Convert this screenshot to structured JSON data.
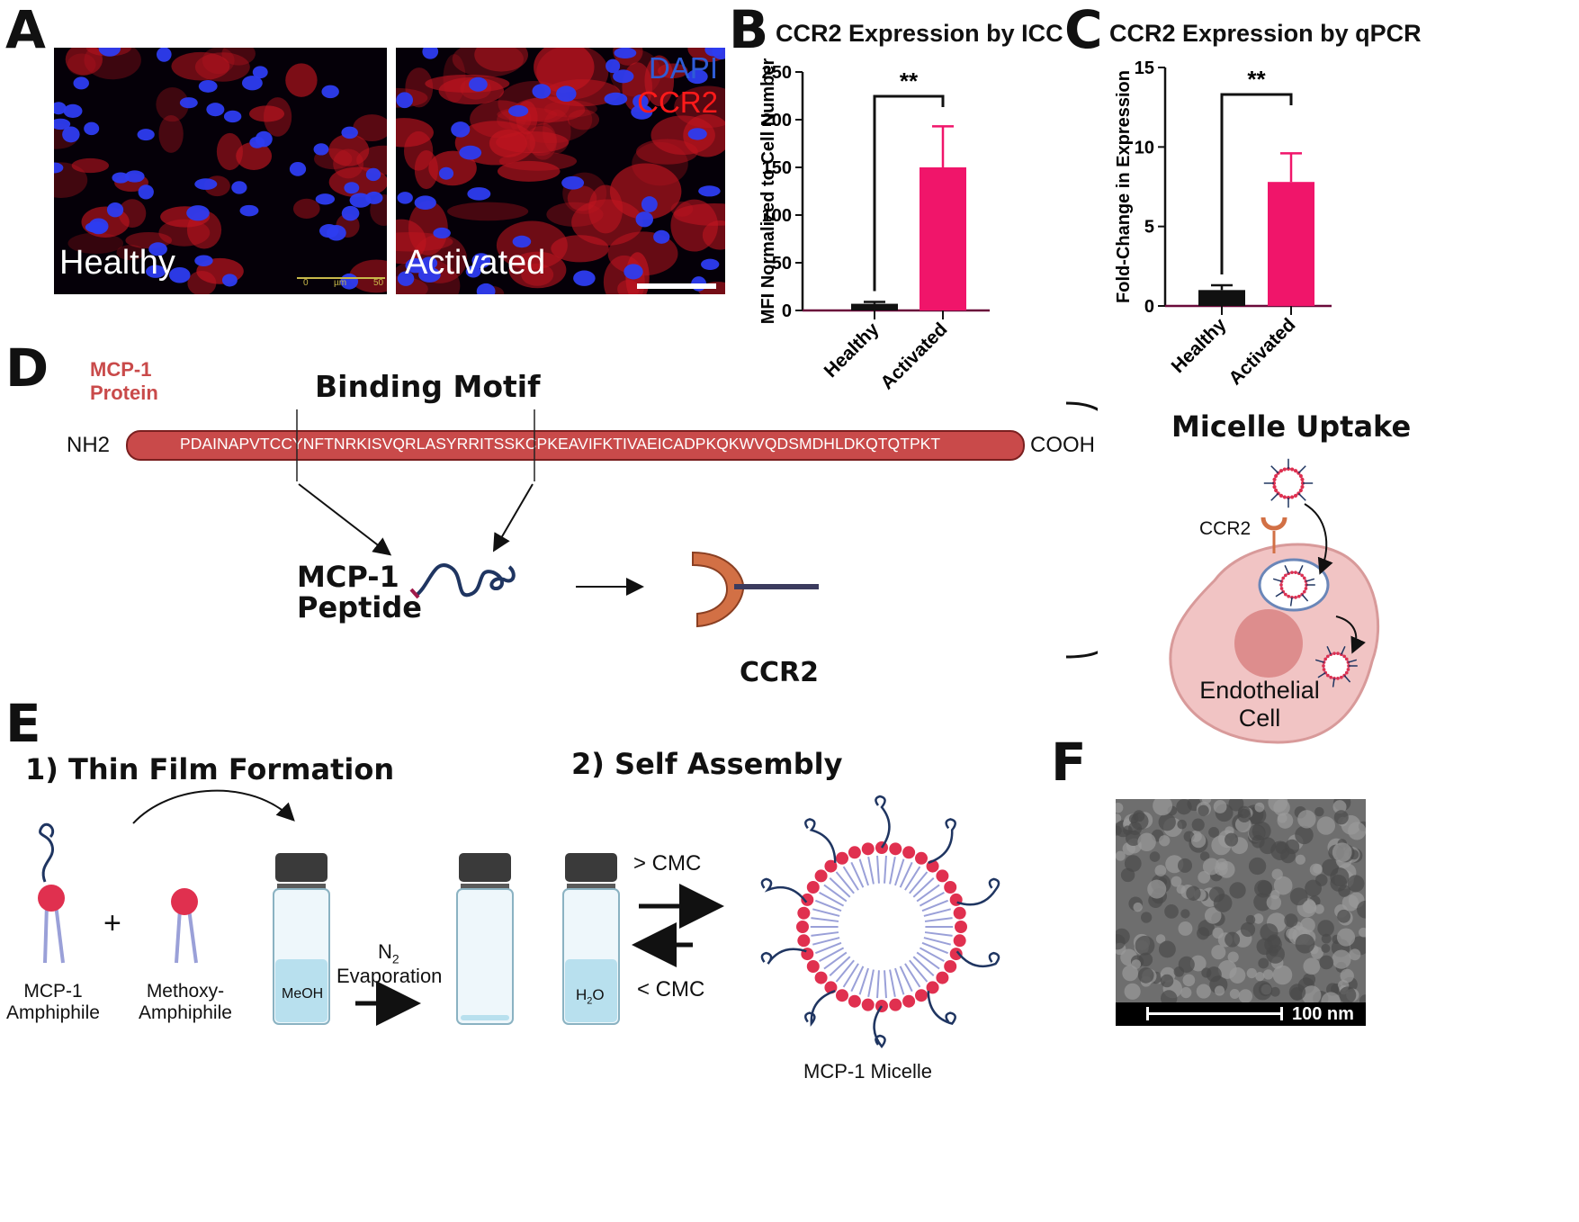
{
  "panels": {
    "a": "A",
    "b": "B",
    "c": "C",
    "d": "D",
    "e": "E",
    "f": "F"
  },
  "panel_a": {
    "healthy_label": "Healthy",
    "activated_label": "Activated",
    "legend_dapi": "DAPI",
    "legend_ccr2": "CCR2",
    "scale_0": "0",
    "scale_unit": "µm",
    "scale_50": "50",
    "colors": {
      "dapi": "#2f5cd6",
      "ccr2": "#ff1a1a"
    }
  },
  "chart_data": [
    {
      "type": "bar",
      "title": "CCR2 Expression by ICC",
      "ylabel": "MFI Normalized to Cell Number",
      "xlabel": "",
      "categories": [
        "Healthy",
        "Activated"
      ],
      "values": [
        7,
        150
      ],
      "errors": [
        2,
        43
      ],
      "ylim": [
        0,
        250
      ],
      "yticks": [
        "0",
        "50",
        "100",
        "150",
        "200",
        "250"
      ],
      "significance": "**",
      "colors": [
        "#111111",
        "#f0156a"
      ]
    },
    {
      "type": "bar",
      "title": "CCR2 Expression by qPCR",
      "ylabel": "Fold-Change in Expression",
      "xlabel": "",
      "categories": [
        "Healthy",
        "Activated"
      ],
      "values": [
        1.0,
        7.8
      ],
      "errors": [
        0.3,
        1.8
      ],
      "ylim": [
        0,
        15
      ],
      "yticks": [
        "0",
        "5",
        "10",
        "15"
      ],
      "significance": "**",
      "colors": [
        "#111111",
        "#f0156a"
      ]
    }
  ],
  "panel_d": {
    "protein_label_1": "MCP-1",
    "protein_label_2": "Protein",
    "binding_motif": "Binding Motif",
    "nh2": "NH2",
    "cooh": "COOH",
    "sequence": "PDAINAPVTCCYNFTNRKISVQRLASYRRITSSKCPKEAVIFKTIVAEICADPKQKWVQDSMDHLDKQTQTPKT",
    "peptide_label_1": "MCP-1",
    "peptide_label_2": "Peptide",
    "ccr2_label": "CCR2",
    "micelle_uptake": "Micelle Uptake",
    "cell_ccr2": "CCR2",
    "cell_label_1": "Endothelial",
    "cell_label_2": "Cell",
    "colors": {
      "protein": "#c94a4a",
      "receptor": "#d27045",
      "cell": "#f1c4c4"
    }
  },
  "panel_e": {
    "step1": "1) Thin Film Formation",
    "step2": "2) Self Assembly",
    "amphiphile_1a": "MCP-1",
    "amphiphile_1b": "Amphiphile",
    "amphiphile_2a": "Methoxy-",
    "amphiphile_2b": "Amphiphile",
    "plus": "+",
    "vial_meoh": "MeOH",
    "n2": "N",
    "n2_sub": "2",
    "evaporation": "Evaporation",
    "vial_water": "H",
    "water_sub": "2",
    "water_o": "O",
    "above_cmc": "> CMC",
    "below_cmc": "< CMC",
    "micelle_label": "MCP-1 Micelle",
    "colors": {
      "head": "#e0304f",
      "tail": "#9aa0d8",
      "peptide": "#1f3561",
      "liquid": "#b8e0ee"
    }
  },
  "panel_f": {
    "scale_label": "100 nm"
  }
}
